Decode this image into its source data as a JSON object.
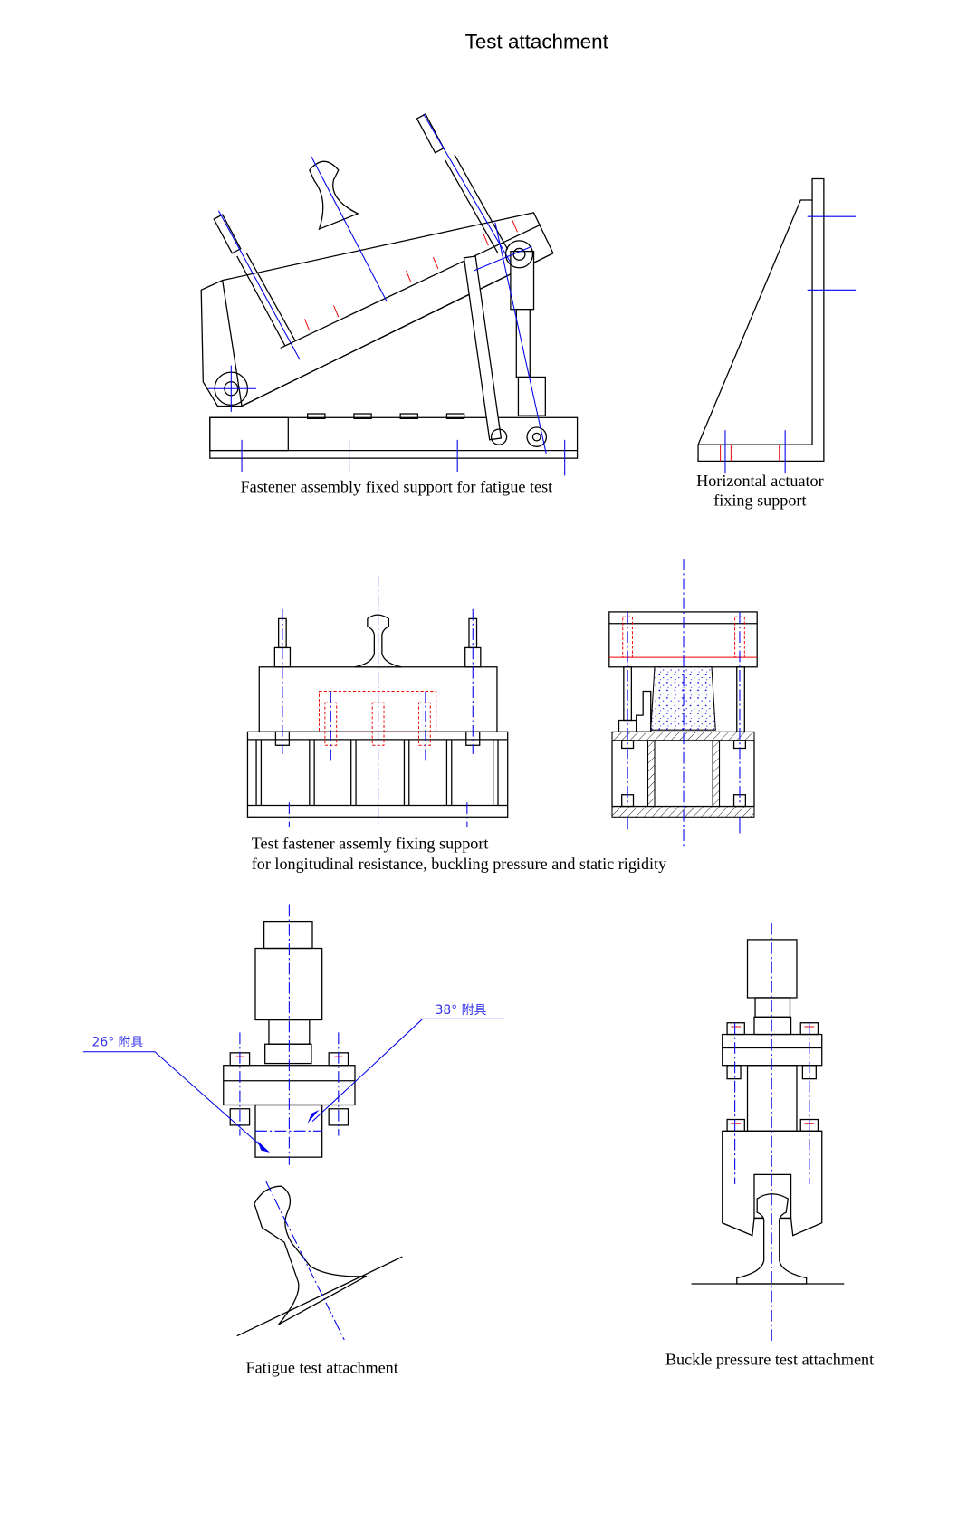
{
  "title": "Test attachment",
  "captions": {
    "fatigue_support": "Fastener assembly fixed support for fatigue test",
    "horizontal_actuator_line1": "Horizontal actuator",
    "horizontal_actuator_line2": "fixing support",
    "fixing_support_line1": "Test fastener assemly fixing support",
    "fixing_support_line2": "for longitudinal resistance, buckling pressure and static rigidity",
    "fatigue_attachment": "Fatigue test attachment",
    "buckle_attachment": "Buckle pressure test attachment"
  },
  "annotations": {
    "angle_26": "26°  附具",
    "angle_38": "38°  附具"
  },
  "colors": {
    "outline": "#000000",
    "centerline": "#0000ee",
    "hidden": "#ee0000"
  }
}
